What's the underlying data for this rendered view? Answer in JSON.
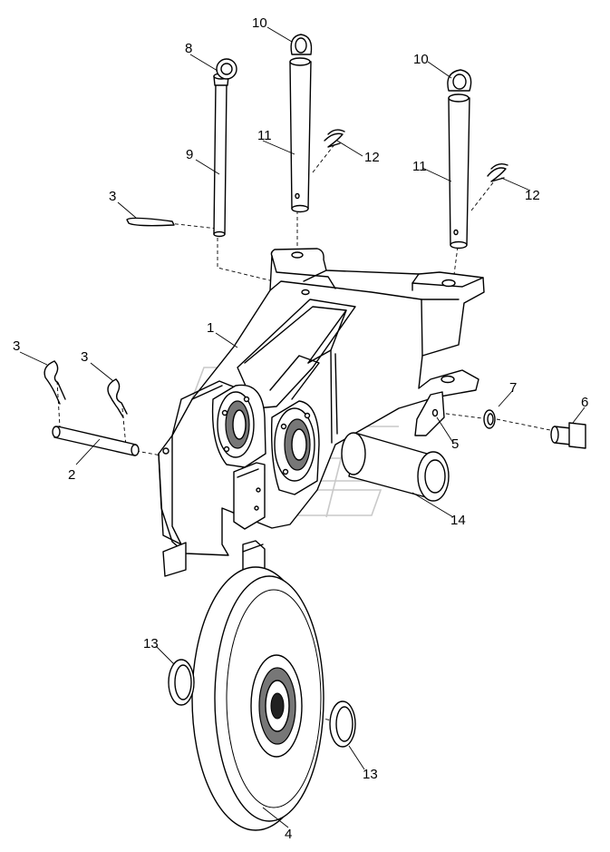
{
  "callouts": {
    "c1": "1",
    "c2": "2",
    "c3a": "3",
    "c3b": "3",
    "c3c": "3",
    "c4": "4",
    "c5": "5",
    "c6": "6",
    "c7": "7",
    "c8": "8",
    "c9": "9",
    "c10a": "10",
    "c10b": "10",
    "c11a": "11",
    "c11b": "11",
    "c12a": "12",
    "c12b": "12",
    "c13a": "13",
    "c13b": "13",
    "c14": "14"
  }
}
